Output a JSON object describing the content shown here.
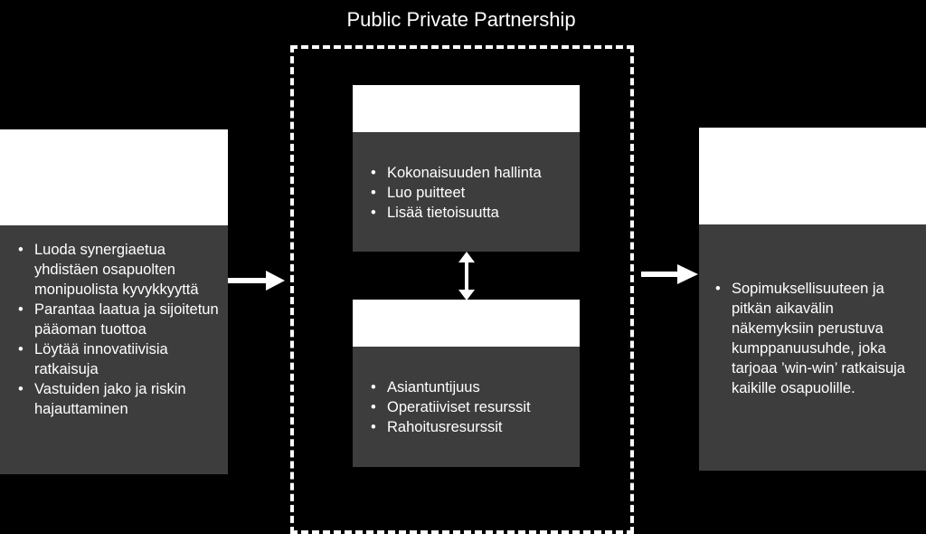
{
  "title": "Public Private Partnership",
  "left_box": {
    "items": [
      "Luoda synergiaetua yhdistäen osapuolten monipuolista kyvykkyyttä",
      "Parantaa laatua ja sijoitetun pääoman tuottoa",
      "Löytää innovatiivisia ratkaisuja",
      "Vastuiden jako ja riskin hajauttaminen"
    ]
  },
  "top_box": {
    "items": [
      "Kokonaisuuden hallinta",
      "Luo puitteet",
      "Lisää tietoisuutta"
    ]
  },
  "bottom_box": {
    "items": [
      "Asiantuntijuus",
      "Operatiiviset resurssit",
      "Rahoitusresurssit"
    ]
  },
  "right_box": {
    "items": [
      "Sopimuksellisuuteen ja pitkän aikavälin näkemyksiin perustuva kumppanuusuhde, joka tarjoaa ’win-win’ ratkaisuja kaikille osapuolille."
    ]
  },
  "colors": {
    "background": "#000000",
    "box_body": "#3d3d3d",
    "box_head": "#ffffff",
    "text": "#ffffff"
  }
}
